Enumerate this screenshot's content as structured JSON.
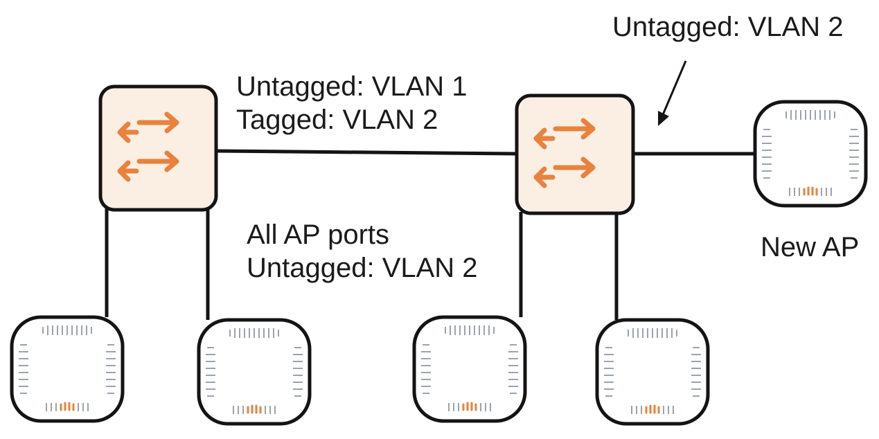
{
  "labels": {
    "trunk_line1": "Untagged: VLAN 1",
    "trunk_line2": "Tagged: VLAN 2",
    "new_ap_port": "Untagged: VLAN 2",
    "ap_ports_line1": "All AP ports",
    "ap_ports_line2": "Untagged: VLAN 2",
    "new_ap": "New AP"
  },
  "colors": {
    "line": "#141414",
    "switch_arrows": "#e8823c",
    "ap_led": "#e8823c",
    "ap_grille": "#9aa3ad"
  },
  "nodes": {
    "switches": [
      "switch-1",
      "switch-2"
    ],
    "aps": [
      "ap-1",
      "ap-2",
      "ap-3",
      "ap-4",
      "new-ap"
    ]
  }
}
